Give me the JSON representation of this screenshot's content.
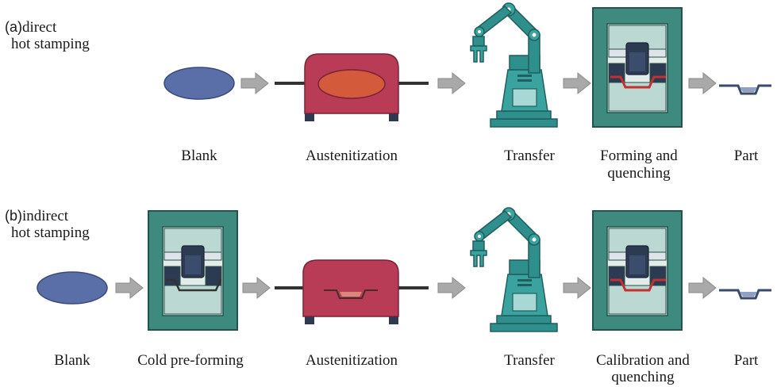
{
  "rows": [
    {
      "letter": "(a)",
      "title_line1": "direct",
      "title_line2": "hot stamping",
      "steps": [
        "Blank",
        "Austenitization",
        "Transfer",
        "Forming and quenching",
        "Part"
      ],
      "step_line2": {
        "forming": "quenching"
      }
    },
    {
      "letter": "(b)",
      "title_line1": "indirect",
      "title_line2": "hot stamping",
      "steps": [
        "Blank",
        "Cold pre-forming",
        "Austenitization",
        "Transfer",
        "Calibration and quenching",
        "Part"
      ],
      "step_line2": {
        "calibration": "quenching"
      }
    }
  ],
  "labels_a": {
    "blank": "Blank",
    "austenitization": "Austenitization",
    "transfer": "Transfer",
    "forming_line1": "Forming and",
    "forming_line2": "quenching",
    "part": "Part"
  },
  "labels_b": {
    "blank": "Blank",
    "cold_preforming": "Cold pre-forming",
    "austenitization": "Austenitization",
    "transfer": "Transfer",
    "calibration_line1": "Calibration and",
    "calibration_line2": "quenching",
    "part": "Part"
  },
  "colors": {
    "blank": "#5a6fa8",
    "furnace": "#b83c55",
    "press_frame": "#3f8a7f",
    "robot": "#2f8f8c",
    "arrow": "#a8a8a8",
    "die_dark": "#2c3a52"
  }
}
